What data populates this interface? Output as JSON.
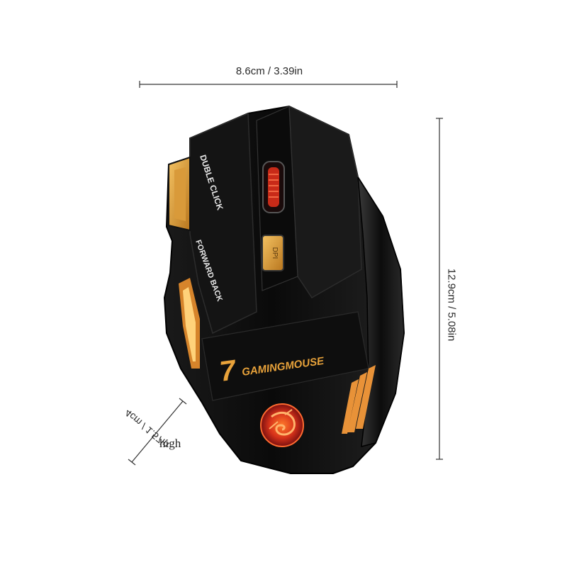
{
  "dimensions": {
    "width": "8.6cm / 3.39in",
    "height": "12.9cm / 5.08in",
    "depth": "4cm / 1.57in",
    "depth_caption": "high"
  },
  "mouse": {
    "side_button_top": "DUBLE CLICK",
    "side_button_bottom": "FORWARD BACK",
    "dpi_button": "DPI",
    "brand_number": "7",
    "brand_text": "GAMINGMOUSE"
  },
  "colors": {
    "background": "#ffffff",
    "body": "#0d0d0d",
    "accent": "#e8a23a",
    "glow": "#ff5a1f",
    "dimension_line": "#333333"
  }
}
